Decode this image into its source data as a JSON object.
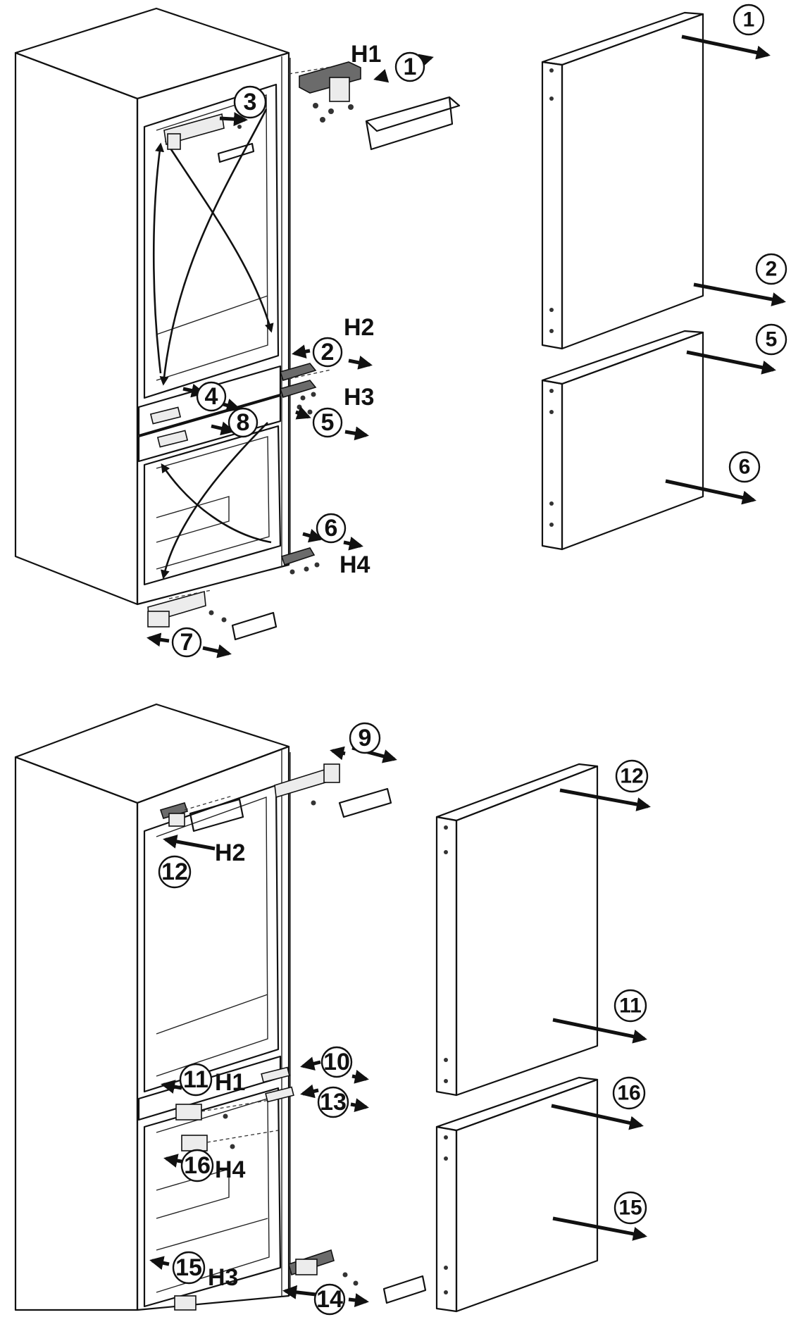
{
  "top_section": {
    "callouts": [
      "1",
      "1",
      "2",
      "2",
      "3",
      "4",
      "5",
      "5",
      "6",
      "6",
      "7",
      "8"
    ],
    "hinge_labels": [
      "H1",
      "H2",
      "H3",
      "H4"
    ]
  },
  "bottom_section": {
    "callouts": [
      "9",
      "10",
      "11",
      "11",
      "12",
      "12",
      "13",
      "14",
      "15",
      "15",
      "16",
      "16"
    ],
    "hinge_labels": [
      "H2",
      "H1",
      "H4",
      "H3"
    ]
  }
}
